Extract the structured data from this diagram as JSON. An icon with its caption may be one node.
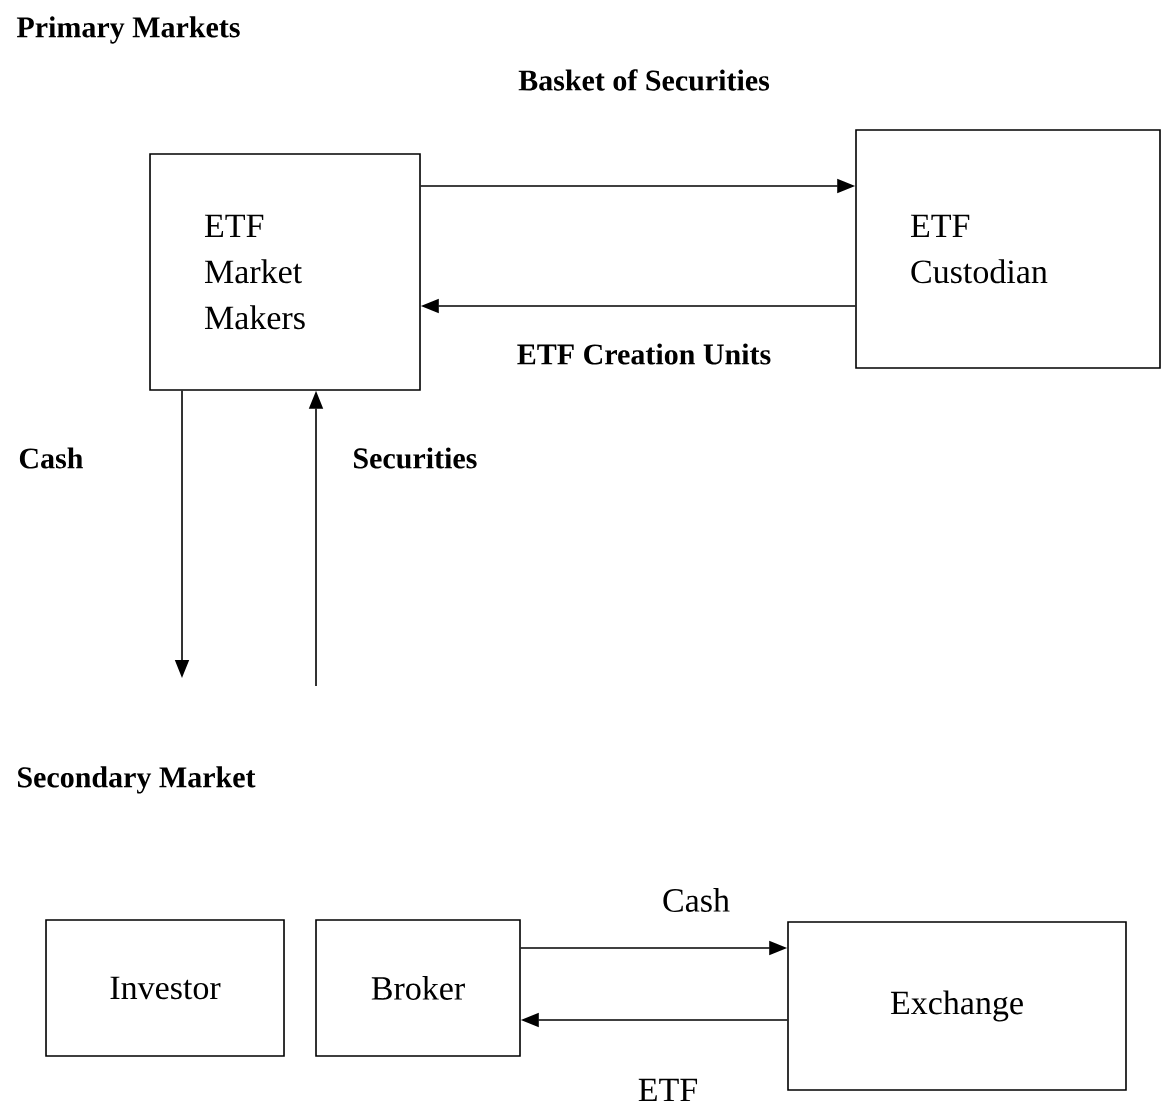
{
  "diagram": {
    "nodes": [
      {
        "text": [
          "ETF Market Makers"
        ]
      },
      {
        "text": [
          "ETF Custodian"
        ]
      },
      {
        "text": [
          "Investor"
        ]
      },
      {
        "text": [
          "Broker"
        ]
      },
      {
        "text": [
          "Exchange"
        ]
      }
    ],
    "edges": [
      {
        "from": 0,
        "to": 1,
        "arrow": "to",
        "label": "Basket of Securities"
      },
      {
        "from": 1,
        "to": 0,
        "arrow": "to",
        "label": "ETF Creation Units"
      },
      {
        "from": 0,
        "to": null,
        "arrow": "to",
        "label": "Cash"
      },
      {
        "from": null,
        "to": 0,
        "arrow": "to",
        "label": "Securities"
      },
      {
        "from": 3,
        "to": 4,
        "arrow": "to",
        "label": "Cash"
      },
      {
        "from": 4,
        "to": 3,
        "arrow": "to",
        "label": "ETF"
      }
    ],
    "labels": [
      "Primary Markets",
      "Secondary Market"
    ]
  }
}
